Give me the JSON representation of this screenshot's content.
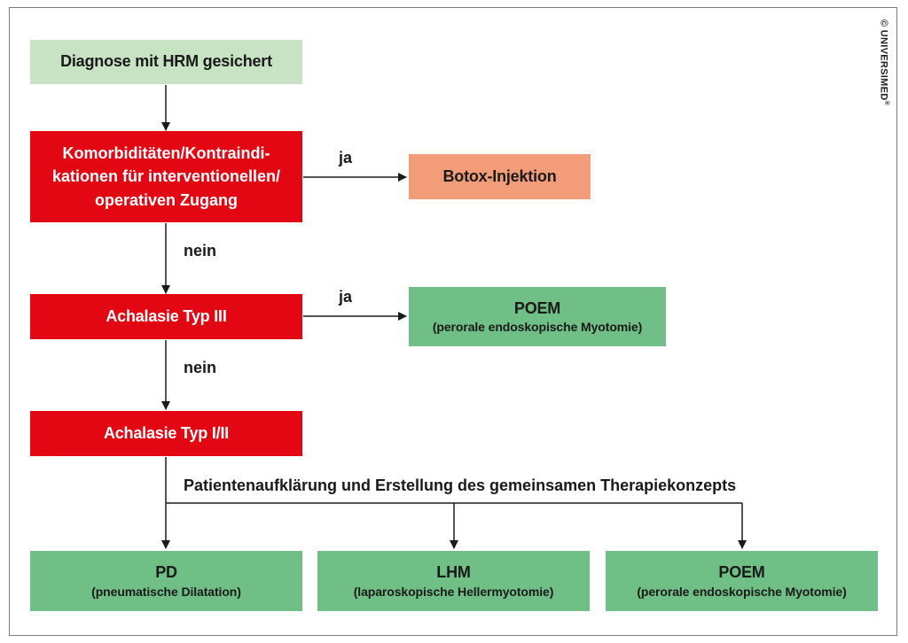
{
  "copyright": "© UNIVERSIMED",
  "copyright_mark": "®",
  "boxes": {
    "diagnose": "Diagnose mit HRM gesichert",
    "komorbid": "Komorbiditäten/Kontraindi-\nkationen für interventionellen/\noperativen Zugang",
    "botox": "Botox-Injektion",
    "typ3": "Achalasie Typ III",
    "poem_top": {
      "title": "POEM",
      "sub": "(perorale endoskopische Myotomie)"
    },
    "typ12": "Achalasie Typ I/II",
    "pd": {
      "title": "PD",
      "sub": "(pneumatische Dilatation)"
    },
    "lhm": {
      "title": "LHM",
      "sub": "(laparoskopische Hellermyotomie)"
    },
    "poem_bottom": {
      "title": "POEM",
      "sub": "(perorale endoskopische Myotomie)"
    }
  },
  "labels": {
    "ja_1": "ja",
    "nein_1": "nein",
    "ja_2": "ja",
    "nein_2": "nein",
    "therapie": "Patientenaufklärung und Erstellung des gemeinsamen Therapiekonzepts"
  },
  "colors": {
    "red": "#e30613",
    "light_green": "#c7e3c3",
    "green": "#70bf86",
    "orange": "#f29c7a"
  }
}
